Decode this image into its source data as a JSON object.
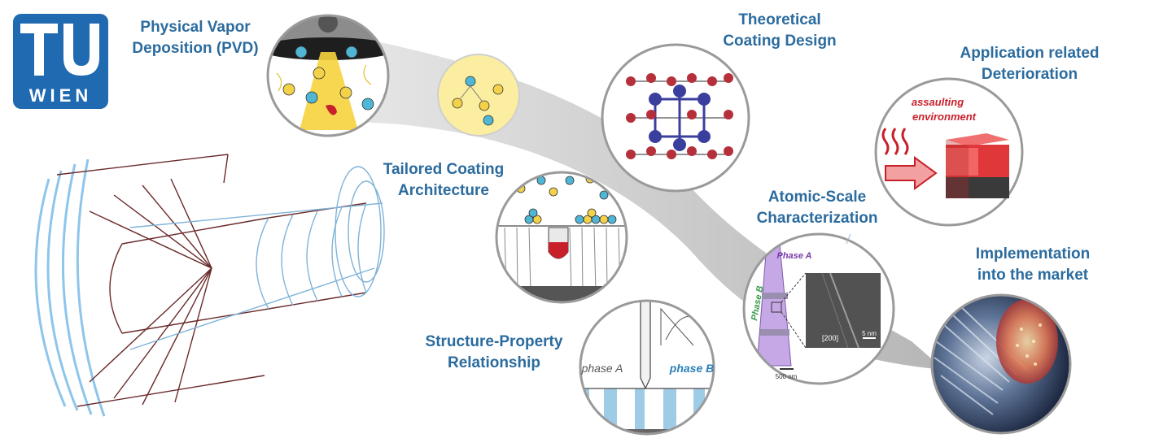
{
  "logo": {
    "letters": "TU",
    "word": "WIEN"
  },
  "labels": {
    "pvd": [
      "Physical Vapor",
      "Deposition (PVD)"
    ],
    "tailored": [
      "Tailored Coating",
      "Architecture"
    ],
    "theoretical": [
      "Theoretical",
      "Coating Design"
    ],
    "structure": [
      "Structure-Property",
      "Relationship"
    ],
    "atomic": [
      "Atomic-Scale",
      "Characterization"
    ],
    "application": [
      "Application related",
      "Deterioration"
    ],
    "implementation": [
      "Implementation",
      "into the market"
    ]
  },
  "insets": {
    "assaulting": [
      "assaulting",
      "environment"
    ],
    "phase_a": "phase A",
    "phase_b": "phase B",
    "tem_phase_a": "Phase A",
    "tem_phase_b": "Phase B",
    "tem_scale_main": "500 nm",
    "tem_scale_zoom": "5 nm",
    "tem_zone": "[200]"
  },
  "colors": {
    "label_blue": "#2b6b9e",
    "logo_blue": "#1f6ab0",
    "atom_yellow": "#f3d24a",
    "atom_cyan": "#4fb6d6",
    "crystal_red": "#b5303a",
    "crystal_blue": "#3a3f9e",
    "deterioration_red": "#e0383a"
  }
}
